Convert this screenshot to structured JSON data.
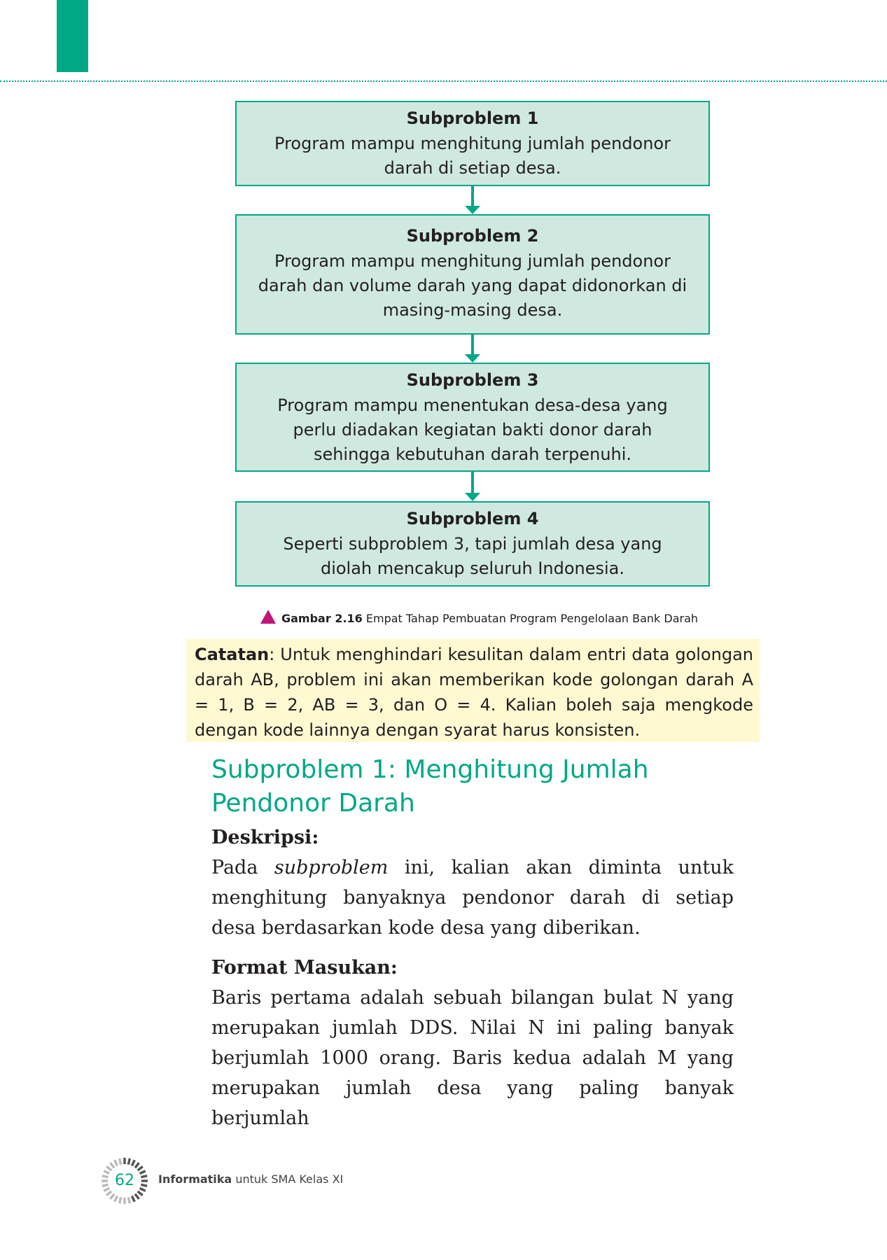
{
  "flowchart": {
    "boxes": [
      {
        "title": "Subproblem 1",
        "text": "Program mampu menghitung jumlah pendonor darah di setiap desa."
      },
      {
        "title": "Subproblem 2",
        "text": "Program mampu menghitung jumlah pendonor darah dan volume darah yang dapat didonorkan di masing-masing desa."
      },
      {
        "title": "Subproblem 3",
        "text": "Program mampu menentukan desa-desa yang perlu diadakan kegiatan bakti donor darah sehingga kebutuhan darah terpenuhi."
      },
      {
        "title": "Subproblem 4",
        "text": "Seperti subproblem 3, tapi jumlah desa yang diolah mencakup seluruh Indonesia."
      }
    ]
  },
  "caption": {
    "label": "Gambar 2.16",
    "text": "Empat Tahap Pembuatan Program Pengelolaan Bank Darah"
  },
  "note": {
    "label": "Catatan",
    "text": ": Untuk menghindari kesulitan dalam entri data golongan darah AB, problem ini akan memberikan kode golongan darah A = 1, B = 2, AB = 3, dan O = 4. Kalian boleh saja mengkode dengan kode lainnya dengan syarat harus konsisten."
  },
  "section": {
    "title": "Subproblem 1: Menghitung Jumlah Pendonor Darah",
    "desc_heading": "Deskripsi:",
    "desc_before": "Pada ",
    "desc_italic": "subproblem",
    "desc_after": " ini, kalian akan diminta untuk menghitung banyaknya pendonor darah di setiap desa berdasarkan kode desa yang diberikan.",
    "input_heading": "Format Masukan:",
    "input_text": "Baris pertama adalah sebuah bilangan bulat N yang merupakan jumlah DDS. Nilai N ini paling banyak berjumlah 1000 orang. Baris kedua adalah M yang merupakan jumlah desa yang paling banyak berjumlah"
  },
  "footer": {
    "page_number": "62",
    "book_title_bold": "Informatika",
    "book_title_rest": " untuk SMA Kelas XI"
  },
  "colors": {
    "accent_green": "#00a887",
    "box_fill": "#cfe9e1",
    "note_fill": "#fff9d2",
    "caption_triangle": "#c0167a"
  }
}
